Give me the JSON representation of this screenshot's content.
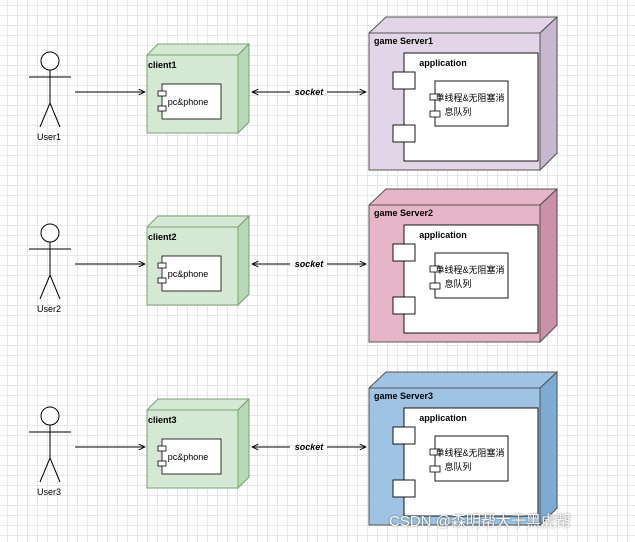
{
  "rows": [
    {
      "user": "User1",
      "client": "client1",
      "component": "pc&phone",
      "connector": "socket",
      "server": "game Server1",
      "application": "application",
      "queue_line1": "单线程&无阻塞消",
      "queue_line2": "息队列"
    },
    {
      "user": "User2",
      "client": "client2",
      "component": "pc&phone",
      "connector": "socket",
      "server": "game Server2",
      "application": "application",
      "queue_line1": "单线程&无阻塞消",
      "queue_line2": "息队列"
    },
    {
      "user": "User3",
      "client": "client3",
      "component": "pc&phone",
      "connector": "socket",
      "server": "game Server3",
      "application": "application",
      "queue_line1": "单线程&无阻塞消",
      "queue_line2": "息队列"
    }
  ],
  "colors": {
    "client_fill": "#d5e8d4",
    "client_side": "#b9d8b7",
    "server_fills": [
      "#e1d5e7",
      "#e6b5c8",
      "#9fc3e2"
    ],
    "server_sides": [
      "#c7b8d0",
      "#cc90a8",
      "#7eaad3"
    ]
  },
  "watermark": "CSDN @森明帮大于黑虎帮"
}
